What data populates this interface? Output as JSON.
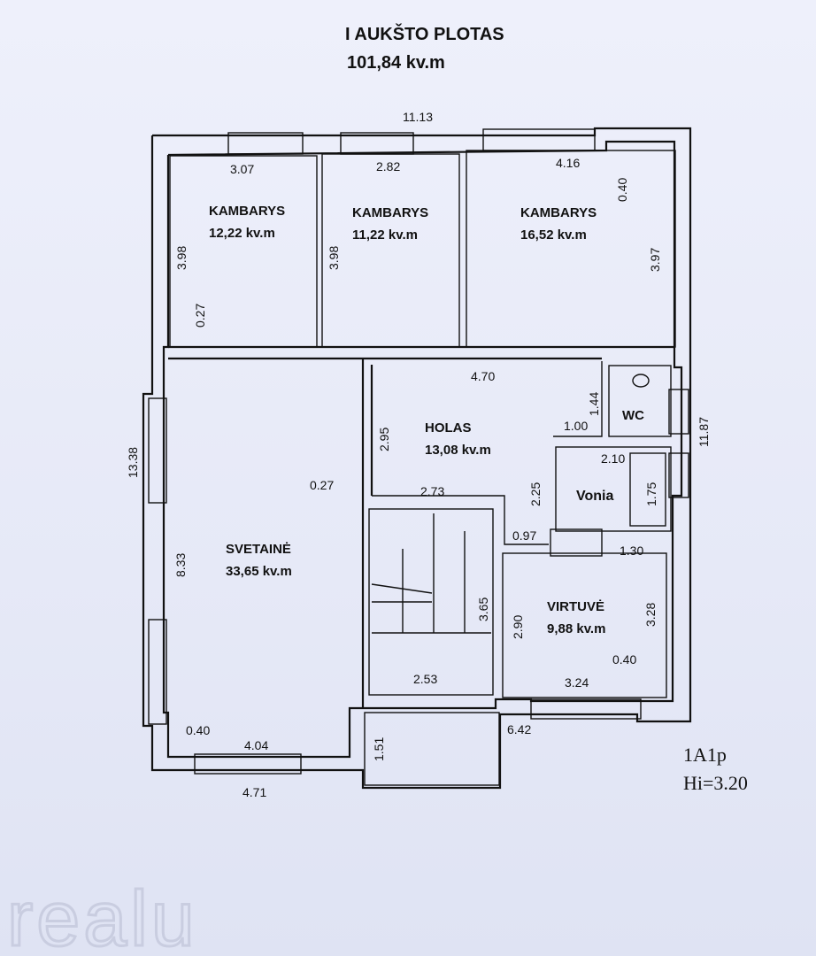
{
  "header": {
    "title": "I AUKŠTO PLOTAS",
    "total_area": "101,84 kv.m"
  },
  "rooms": [
    {
      "name": "KAMBARYS",
      "area": "12,22 kv.m"
    },
    {
      "name": "KAMBARYS",
      "area": "11,22 kv.m"
    },
    {
      "name": "KAMBARYS",
      "area": "16,52 kv.m"
    },
    {
      "name": "HOLAS",
      "area": "13,08 kv.m"
    },
    {
      "name": "SVETAINĖ",
      "area": "33,65 kv.m"
    },
    {
      "name": "VIRTUVĖ",
      "area": "9,88 kv.m"
    },
    {
      "name": "WC",
      "area": ""
    },
    {
      "name": "Vonia",
      "area": ""
    }
  ],
  "dimensions": [
    "11.13",
    "3.07",
    "2.82",
    "4.16",
    "0.40",
    "3.98",
    "3.98",
    "3.97",
    "0.27",
    "4.70",
    "1.44",
    "1.00",
    "13.38",
    "11.87",
    "2.95",
    "0.27",
    "2.73",
    "2.25",
    "2.10",
    "1.75",
    "0.97",
    "1.30",
    "8.33",
    "3.65",
    "2.90",
    "3.28",
    "0.40",
    "2.53",
    "3.24",
    "0.40",
    "4.04",
    "1.51",
    "6.42",
    "4.71"
  ],
  "sheet": {
    "code": "1A1p",
    "height": "Hi=3.20"
  },
  "watermark": "realu"
}
